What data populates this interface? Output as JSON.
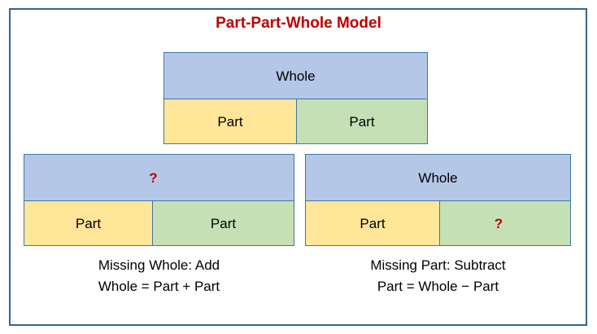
{
  "title": "Part-Part-Whole Model",
  "colors": {
    "title": "#c00000",
    "frame_border": "#36648b",
    "bar_border": "#3f77a8",
    "whole_fill": "#b4c7e7",
    "part_yellow_fill": "#ffe699",
    "part_green_fill": "#c5e0b4",
    "question_mark": "#c00000",
    "background": "#ffffff"
  },
  "models": {
    "top": {
      "whole_label": "Whole",
      "part_a_label": "Part",
      "part_b_label": "Part"
    },
    "bottom_left": {
      "whole_label": "?",
      "part_a_label": "Part",
      "part_b_label": "Part",
      "caption_line1": "Missing Whole: Add",
      "caption_line2": "Whole = Part + Part"
    },
    "bottom_right": {
      "whole_label": "Whole",
      "part_a_label": "Part",
      "part_b_label": "?",
      "caption_line1": "Missing Part: Subtract",
      "caption_line2": "Part = Whole − Part"
    }
  }
}
